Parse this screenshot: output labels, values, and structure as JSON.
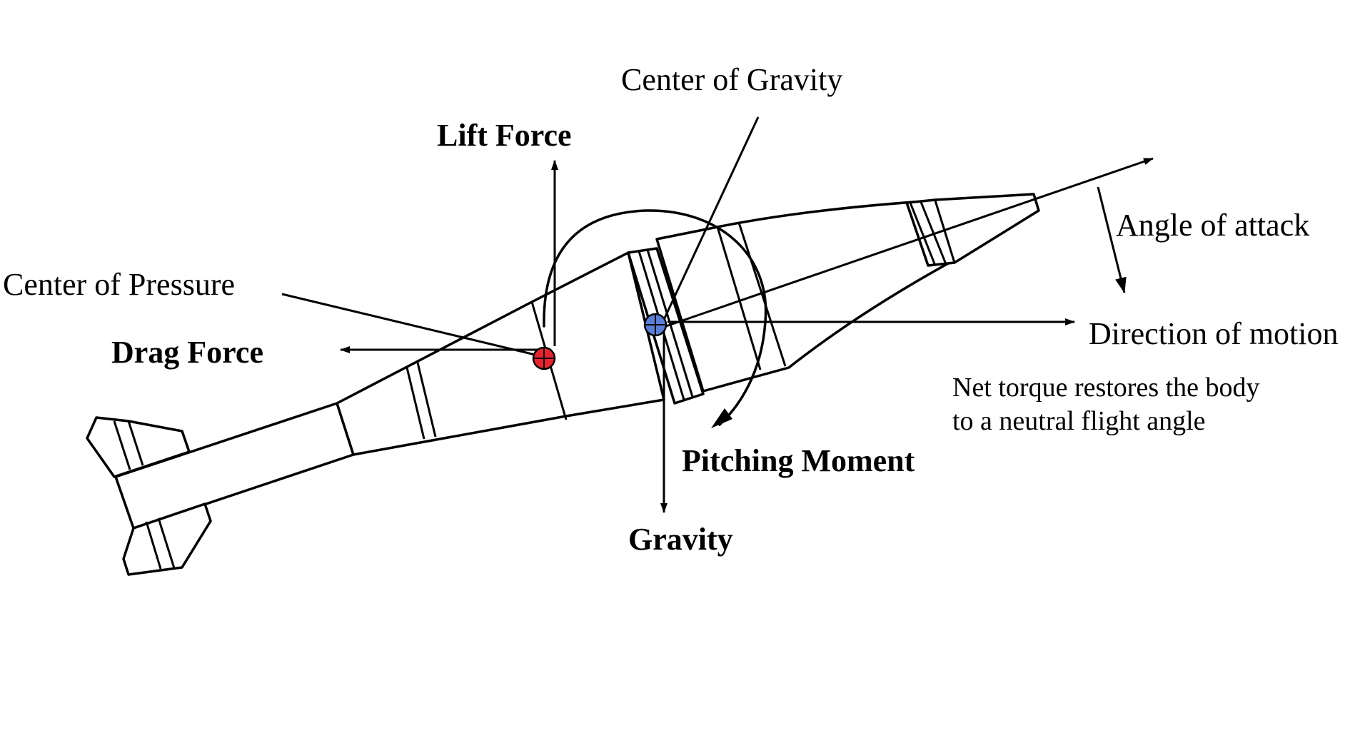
{
  "labels": {
    "center_of_gravity": "Center of Gravity",
    "lift_force": "Lift Force",
    "center_of_pressure": "Center of Pressure",
    "drag_force": "Drag Force",
    "angle_of_attack": "Angle of attack",
    "direction_of_motion": "Direction of motion",
    "net_torque_line1": "Net torque restores the body",
    "net_torque_line2": "to a neutral flight angle",
    "pitching_moment": "Pitching Moment",
    "gravity": "Gravity"
  },
  "markers": {
    "center_of_pressure_color": "#e8222e",
    "center_of_gravity_color": "#5b7fd6"
  }
}
